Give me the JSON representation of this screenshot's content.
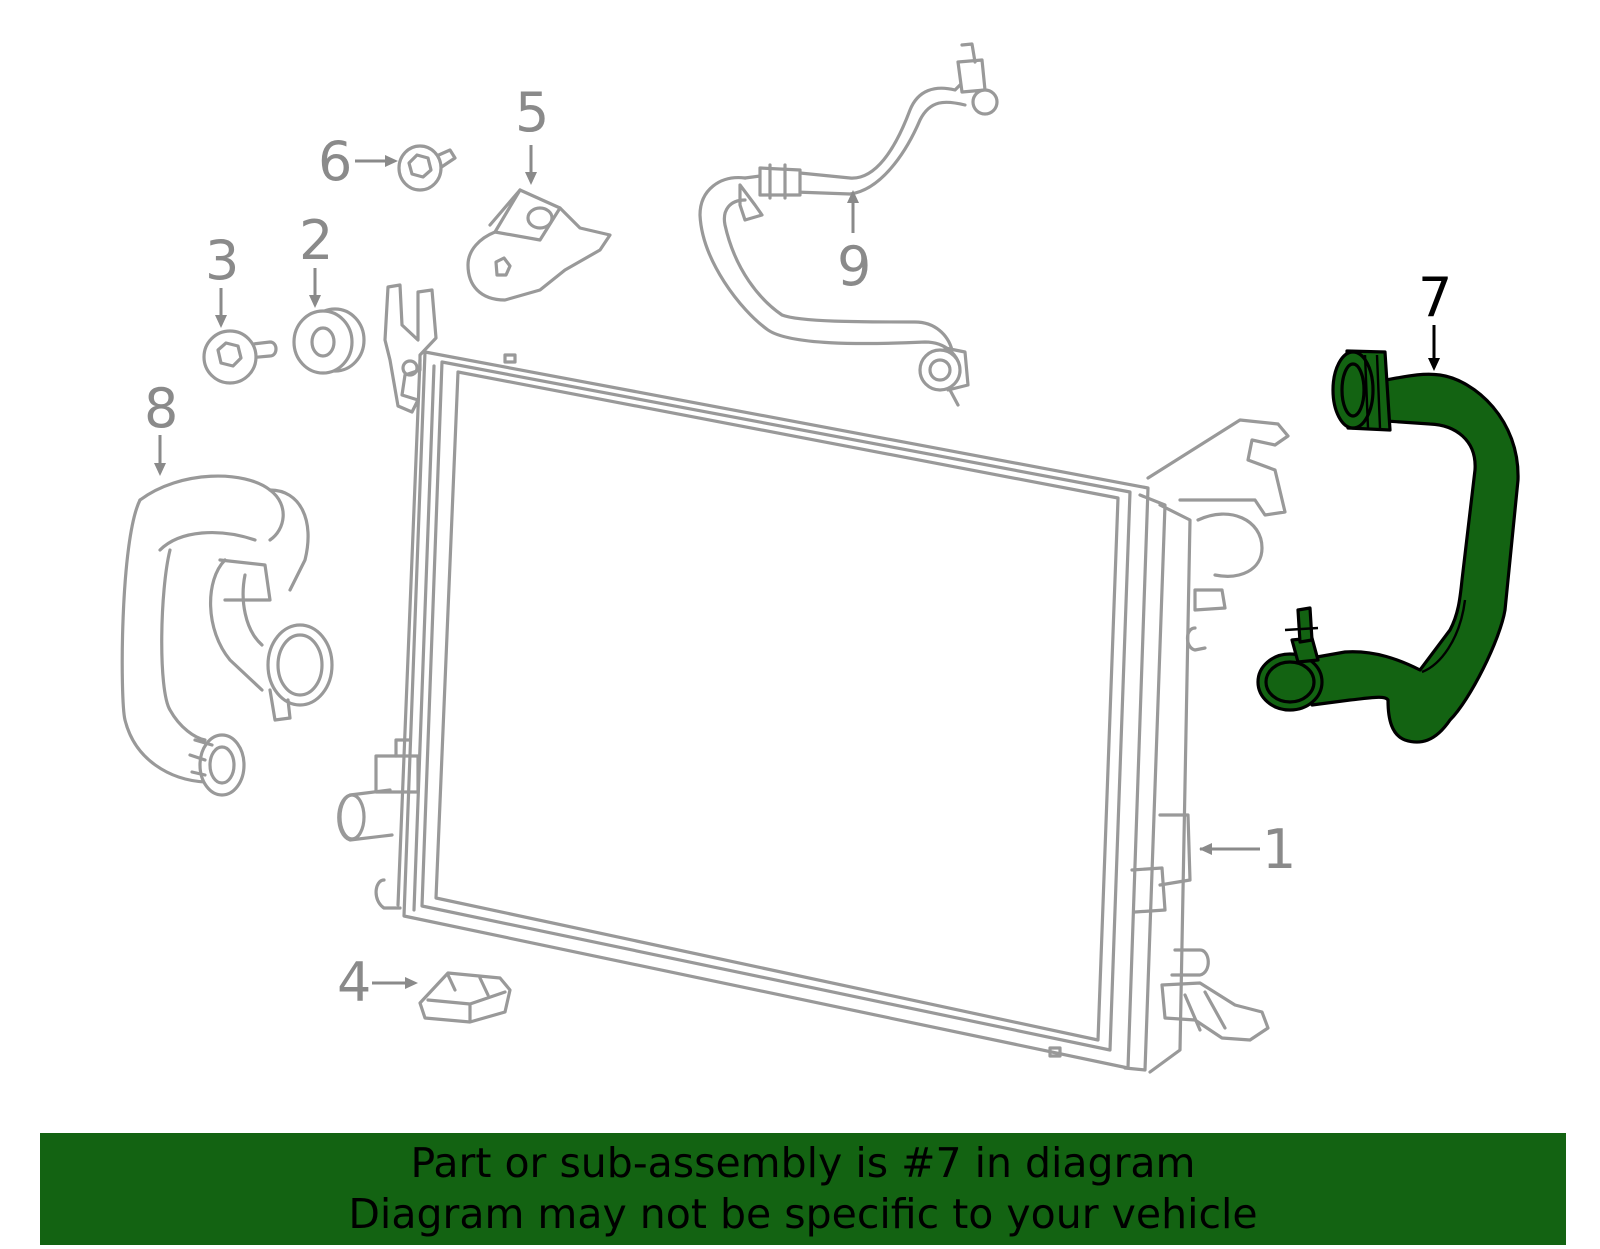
{
  "diagram": {
    "highlight_color": "#136312",
    "line_color": "#999999",
    "callouts": [
      {
        "id": "1",
        "text": "1",
        "active": false
      },
      {
        "id": "2",
        "text": "2",
        "active": false
      },
      {
        "id": "3",
        "text": "3",
        "active": false
      },
      {
        "id": "4",
        "text": "4",
        "active": false
      },
      {
        "id": "5",
        "text": "5",
        "active": false
      },
      {
        "id": "6",
        "text": "6",
        "active": false
      },
      {
        "id": "7",
        "text": "7",
        "active": true
      },
      {
        "id": "8",
        "text": "8",
        "active": false
      },
      {
        "id": "9",
        "text": "9",
        "active": false
      }
    ]
  },
  "banner": {
    "line1": "Part or sub-assembly is #7 in diagram",
    "line2": "Diagram may not be specific to your vehicle",
    "background": "#136312"
  }
}
